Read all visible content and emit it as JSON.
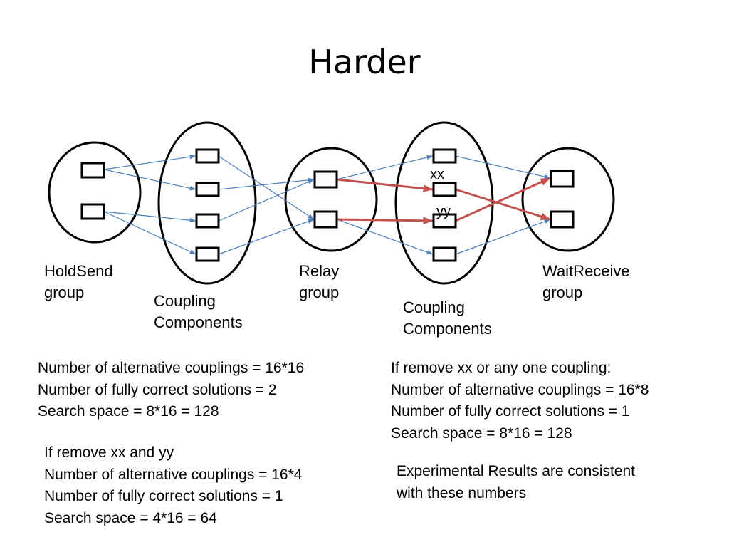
{
  "title": "Harder",
  "groups": [
    {
      "id": "holdsend",
      "label": [
        "HoldSend",
        "group"
      ],
      "slots": 2
    },
    {
      "id": "coupling1",
      "label": [
        "Coupling",
        "Components"
      ],
      "slots": 4
    },
    {
      "id": "relay",
      "label": [
        "Relay",
        "group"
      ],
      "slots": 2
    },
    {
      "id": "coupling2",
      "label": [
        "Coupling",
        "Components"
      ],
      "slots": 4
    },
    {
      "id": "waitreceive",
      "label": [
        "WaitReceive",
        "group"
      ],
      "slots": 2
    }
  ],
  "markers": {
    "xx": "xx",
    "yy": "yy"
  },
  "colors": {
    "thin_edge": "#4f81bd",
    "highlight_edge": "#c0504d"
  },
  "blocks": {
    "baseline": [
      "Number of alternative couplings = 16*16",
      "Number of fully correct solutions = 2",
      "Search space = 8*16 = 128"
    ],
    "remove_xx_yy": [
      "If remove xx and yy",
      "Number of alternative couplings = 16*4",
      "Number of fully correct solutions = 1",
      "Search space = 4*16 = 64"
    ],
    "remove_xx": [
      "If remove xx or any one coupling:",
      "Number of alternative couplings = 16*8",
      "Number of fully correct solutions = 1",
      "Search space = 8*16 = 128"
    ],
    "experimental": [
      "Experimental Results are consistent",
      "with these numbers"
    ]
  }
}
